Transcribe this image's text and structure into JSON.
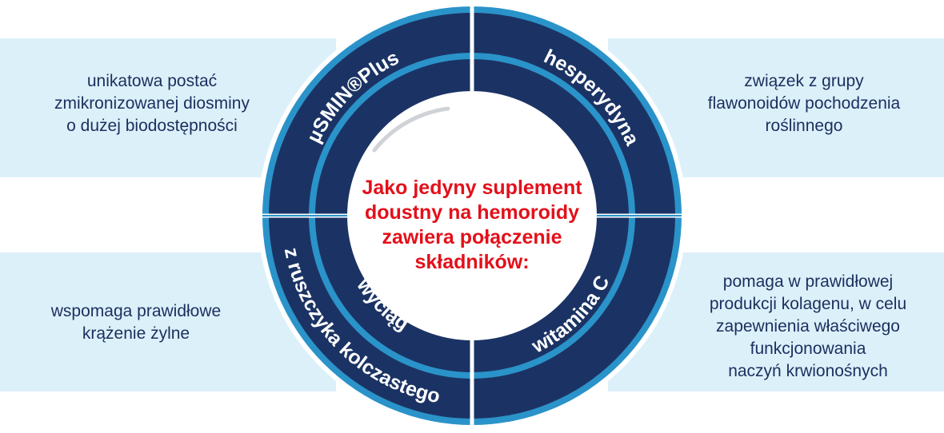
{
  "center": {
    "text": "Jako jedyny suplement\ndoustny na hemoroidy\nzawiera połączenie\nskładników:"
  },
  "segments": {
    "top_left": {
      "label": "µSMIN®Plus"
    },
    "top_right": {
      "label": "hesperydyna"
    },
    "bottom_left": {
      "label_line1": "wyciąg",
      "label_line2": "z ruszczyka kolczastego"
    },
    "bottom_right": {
      "label": "witamina C"
    }
  },
  "descriptions": {
    "top_left": "unikatowa postać\nzmikronizowanej diosminy\no dużej biodostępności",
    "top_right": "związek z grupy\nflawonoidów pochodzenia\nroślinnego",
    "bottom_left": "wspomaga prawidłowe\nkrążenie żylne",
    "bottom_right": "pomaga w prawidłowej\nprodukcji kolagenu, w celu\nzapewnienia właściwego\nfunkcjonowania\nnaczyń krwionośnych"
  },
  "colors": {
    "navy": "#1b3364",
    "ring": "#2a93c9",
    "band": "#dcf0fa",
    "accent_red": "#e3101a",
    "text_navy": "#1b2f5e"
  }
}
